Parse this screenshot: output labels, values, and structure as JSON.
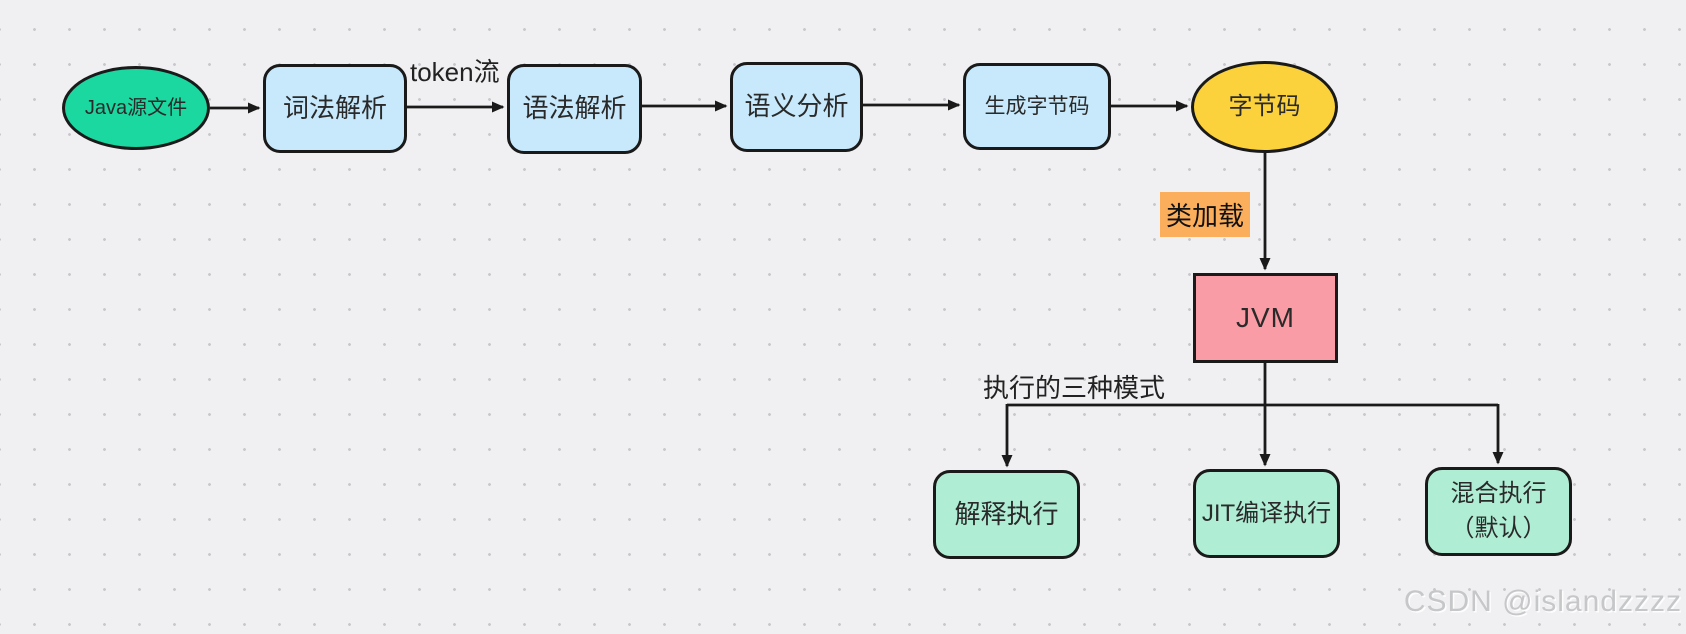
{
  "diagram": {
    "nodes": {
      "java_source": {
        "label": "Java源文件"
      },
      "lexical": {
        "label": "词法解析"
      },
      "syntax": {
        "label": "语法解析"
      },
      "semantic": {
        "label": "语义分析"
      },
      "gen_bytecode": {
        "label": "生成字节码"
      },
      "bytecode": {
        "label": "字节码"
      },
      "jvm": {
        "label": "JVM"
      },
      "interpret": {
        "label": "解释执行"
      },
      "jit": {
        "label": "JIT编译执行"
      },
      "mixed": {
        "label_line1": "混合执行",
        "label_line2": "（默认）"
      }
    },
    "edge_labels": {
      "token_stream": "token流",
      "class_loading": "类加载",
      "exec_modes": "执行的三种模式"
    },
    "colors": {
      "background": "#F0F0F2",
      "grid_dot": "#C9C9CD",
      "node_border": "#1A1A1A",
      "source_green": "#1BD7A0",
      "process_blue": "#C7E9FB",
      "bytecode_yellow": "#FBD23C",
      "classload_orange": "#FBAE5C",
      "jvm_pink": "#F99CA5",
      "exec_mint": "#B0EDD5",
      "arrow_black": "#1A1A1A",
      "watermark_gray": "#C6C7C9"
    }
  },
  "watermark": {
    "text": "CSDN @islandzzzz"
  }
}
